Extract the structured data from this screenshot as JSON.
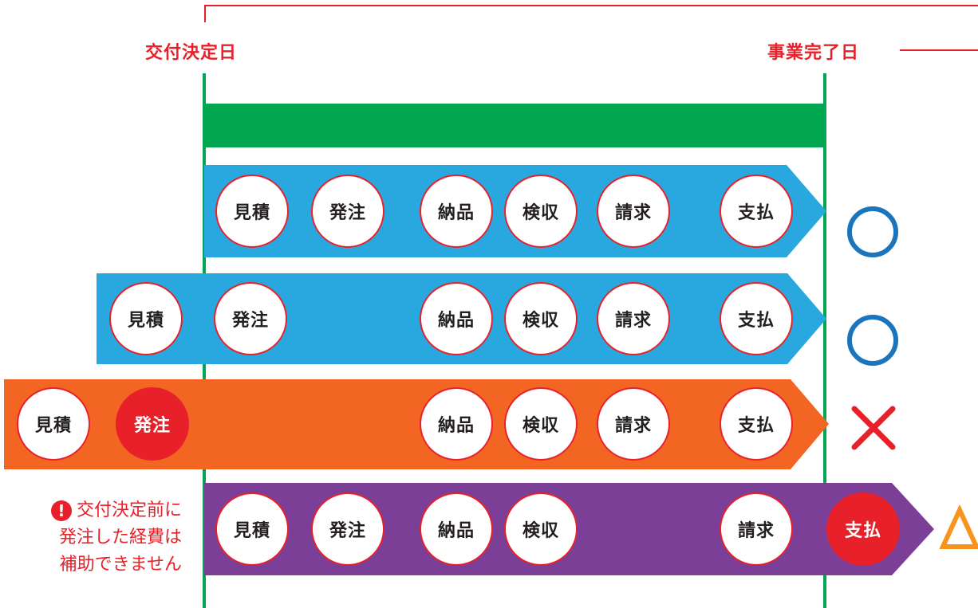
{
  "header": {
    "start_label": "交付決定日",
    "end_label": "事業完了日"
  },
  "colors": {
    "red": "#e8202a",
    "green": "#00a650",
    "blue": "#29a8e0",
    "orange": "#f26522",
    "purple": "#7b3f98",
    "result_ok": "#1b75bc",
    "result_ng": "#e8202a",
    "result_partial": "#f7941d"
  },
  "rows": [
    {
      "color": "blue",
      "steps": [
        "見積",
        "発注",
        "納品",
        "検収",
        "請求",
        "支払"
      ],
      "highlighted": [],
      "result": "○",
      "result_icon": "circle-icon"
    },
    {
      "color": "blue",
      "steps": [
        "見積",
        "発注",
        "納品",
        "検収",
        "請求",
        "支払"
      ],
      "highlighted": [],
      "result": "○",
      "result_icon": "circle-icon"
    },
    {
      "color": "orange",
      "steps": [
        "見積",
        "発注",
        "納品",
        "検収",
        "請求",
        "支払"
      ],
      "highlighted": [
        "発注"
      ],
      "result": "×",
      "result_icon": "cross-icon"
    },
    {
      "color": "purple",
      "steps": [
        "見積",
        "発注",
        "納品",
        "検収",
        "請求",
        "支払"
      ],
      "highlighted": [
        "支払"
      ],
      "result": "△",
      "result_icon": "triangle-icon"
    }
  ],
  "note": {
    "icon": "exclamation-icon",
    "lines": [
      "交付決定前に",
      "発注した経費は",
      "補助できません"
    ]
  }
}
